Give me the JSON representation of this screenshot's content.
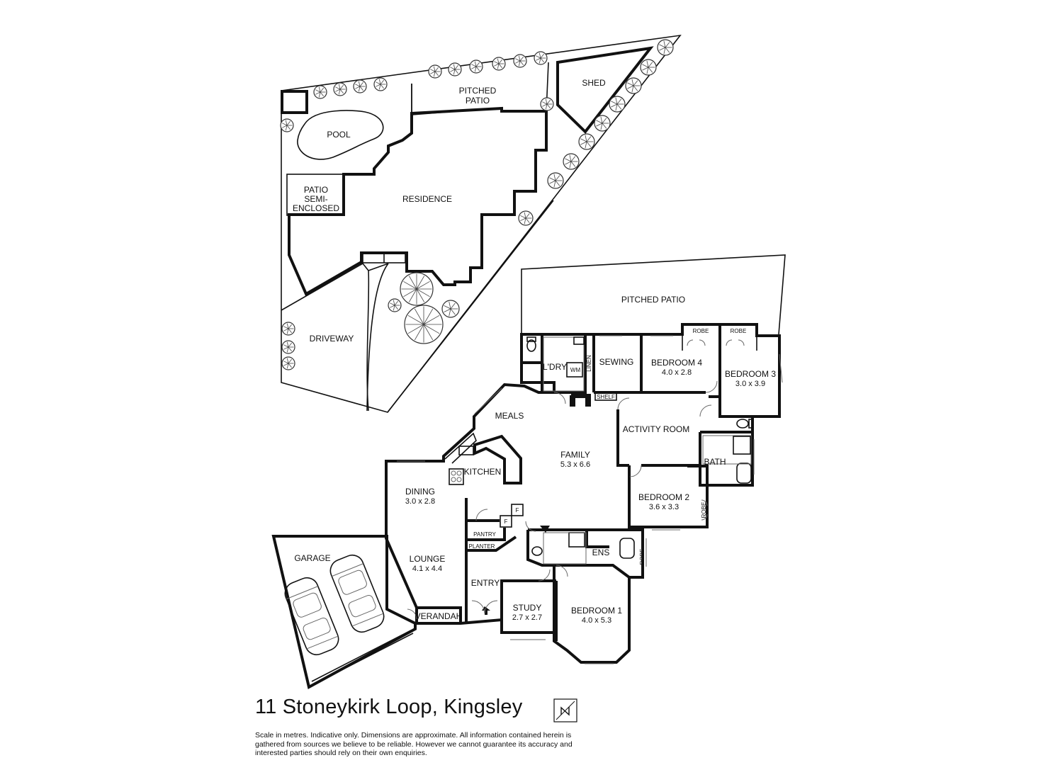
{
  "title": "11 Stoneykirk Loop, Kingsley",
  "disclaimer": "Scale in metres. Indicative only. Dimensions are approximate. All information contained herein is gathered from sources we believe to be reliable. However we cannot guarantee its accuracy and interested parties should rely on their own enquiries.",
  "site_plan": {
    "pitched_patio_1": "PITCHED",
    "pitched_patio_2": "PATIO",
    "shed": "SHED",
    "pool": "POOL",
    "patio_semi_1": "PATIO",
    "patio_semi_2": "SEMI-",
    "patio_semi_3": "ENCLOSED",
    "residence": "RESIDENCE",
    "driveway": "DRIVEWAY"
  },
  "floor_plan": {
    "pitched_patio": "PITCHED PATIO",
    "robe": "ROBE",
    "bedroom4": {
      "name": "BEDROOM 4",
      "size": "4.0 x 2.8"
    },
    "bedroom3": {
      "name": "BEDROOM 3",
      "size": "3.0 x 3.9"
    },
    "bedroom2": {
      "name": "BEDROOM 2",
      "size": "3.6 x 3.3"
    },
    "bedroom1": {
      "name": "BEDROOM 1",
      "size": "4.0 x 5.3"
    },
    "family": {
      "name": "FAMILY",
      "size": "5.3 x 6.6"
    },
    "dining": {
      "name": "DINING",
      "size": "3.0 x 2.8"
    },
    "lounge": {
      "name": "LOUNGE",
      "size": "4.1 x 4.4"
    },
    "study": {
      "name": "STUDY",
      "size": "2.7 x 2.7"
    },
    "laundry": "L'DRY",
    "wm": "WM",
    "linen": "LINEN",
    "sewing": "SEWING",
    "shelf": "SHELF",
    "activity": "ACTIVITY ROOM",
    "bath": "BATH",
    "meals": "MEALS",
    "kitchen": "KITCHEN",
    "pantry": "PANTRY",
    "planter": "PLANTER",
    "fridge": "F",
    "ens": "ENS",
    "entry": "ENTRY",
    "verandah": "VERANDAH",
    "garage": "GARAGE"
  },
  "icons": [
    "north-arrow-icon",
    "tree-icon",
    "car-icon"
  ]
}
